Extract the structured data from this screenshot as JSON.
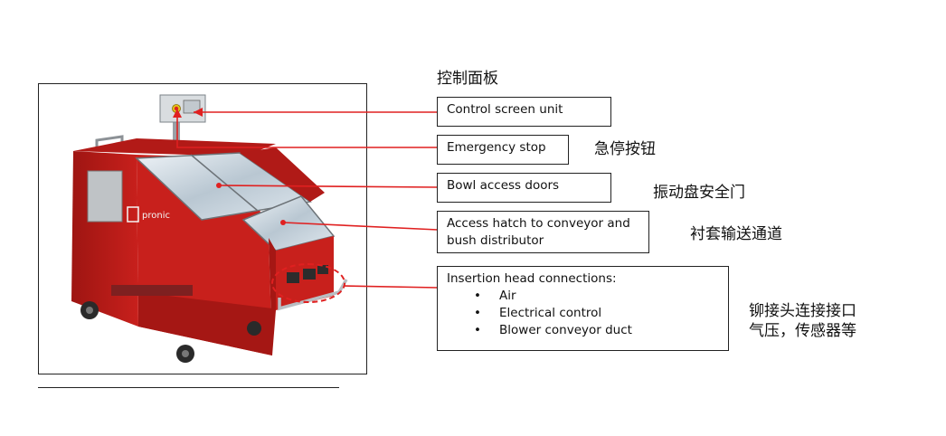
{
  "colors": {
    "machine_red": "#c8201c",
    "leader_red": "#e02020",
    "frame": "#222222"
  },
  "labels": {
    "control_panel_cn": "控制面板",
    "emergency_stop_cn": "急停按钮",
    "bowl_doors_cn": "振动盘安全门",
    "hatch_cn": "衬套输送通道",
    "connections_cn_line1": "铆接头连接接口",
    "connections_cn_line2": "气压，传感器等"
  },
  "callouts": {
    "control_screen": "Control screen unit",
    "emergency_stop": "Emergency stop",
    "bowl_doors": "Bowl access doors",
    "hatch_line1": "Access hatch to conveyor and",
    "hatch_line2": "bush distributor",
    "connections_title": "Insertion head connections:",
    "connections_items": [
      "Air",
      "Electrical control",
      "Blower conveyor duct"
    ]
  },
  "photo": {
    "brand_text": "pronic"
  }
}
